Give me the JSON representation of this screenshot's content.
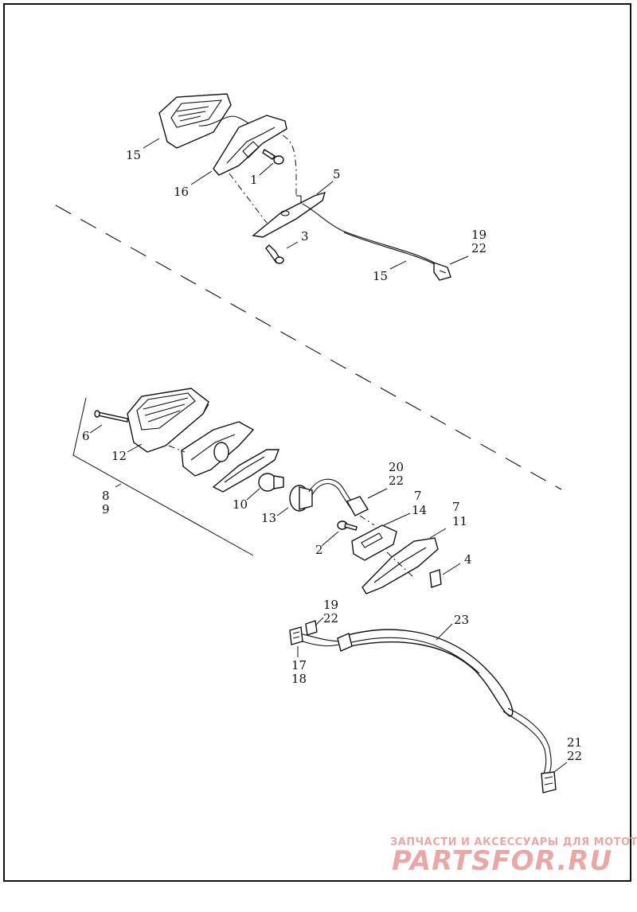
{
  "labels": {
    "l15a": "15",
    "l16": "16",
    "l1": "1",
    "l5": "5",
    "l3": "3",
    "l19a": "19",
    "l22a": "22",
    "l15b": "15",
    "l6": "6",
    "l12": "12",
    "l8": "8",
    "l9": "9",
    "l10": "10",
    "l13": "13",
    "l20": "20",
    "l22b": "22",
    "l7a": "7",
    "l14": "14",
    "l7b": "7",
    "l11": "11",
    "l2": "2",
    "l4": "4",
    "l19b": "19",
    "l22c": "22",
    "l23": "23",
    "l17": "17",
    "l18": "18",
    "l21": "21",
    "l22d": "22"
  },
  "watermark": {
    "tagline": "ЗАПЧАСТИ И АКСЕССУАРЫ ДЛЯ МОТОТЕХНИКИ",
    "brand": "PARTSFOR.RU",
    "color": "#e8a8a8"
  }
}
